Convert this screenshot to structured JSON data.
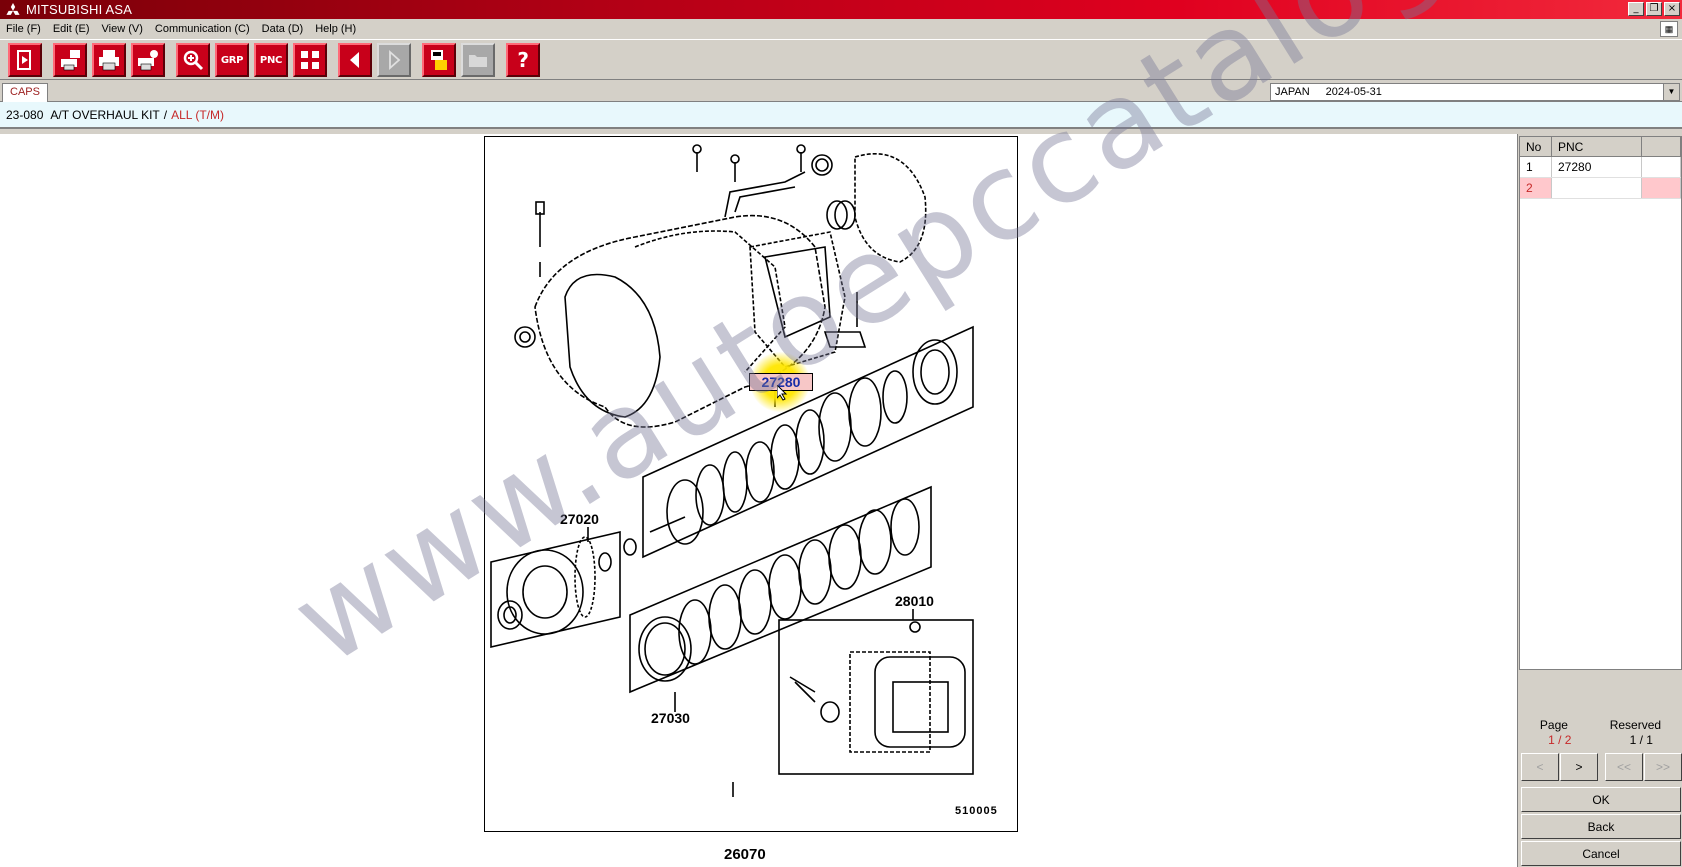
{
  "window": {
    "title": "MITSUBISHI ASA",
    "controls": [
      "_",
      "❐",
      "×"
    ]
  },
  "menu": [
    "File (F)",
    "Edit (E)",
    "View (V)",
    "Communication (C)",
    "Data (D)",
    "Help (H)"
  ],
  "toolbar": {
    "grp_label": "GRP",
    "pnc_label": "PNC",
    "help_label": "?"
  },
  "caps": {
    "tab": "CAPS",
    "region": "JAPAN",
    "date": "2024-05-31"
  },
  "path": {
    "code": "23-080",
    "title": "A/T OVERHAUL KIT",
    "sep": "/",
    "variant": "ALL (T/M)"
  },
  "diagram": {
    "labels": {
      "pnc_selected": "27280",
      "pnc_27020": "27020",
      "pnc_27030": "27030",
      "pnc_28010": "28010",
      "pnc_26070": "26070",
      "illustration_no": "510005"
    }
  },
  "watermark": "www.autoepccatalog.com",
  "pnc_table": {
    "headers": {
      "no": "No",
      "pnc": "PNC"
    },
    "rows": [
      {
        "no": "1",
        "pnc": "27280"
      },
      {
        "no": "2",
        "pnc": ""
      }
    ]
  },
  "pager": {
    "page_label": "Page",
    "page_value": "1 / 2",
    "reserved_label": "Reserved",
    "reserved_value": "1 / 1",
    "prev": "<",
    "next": ">",
    "first": "<<",
    "last": ">>"
  },
  "actions": {
    "ok": "OK",
    "back": "Back",
    "cancel": "Cancel"
  },
  "colors": {
    "accent_red": "#c8001a",
    "selection_pink": "#ffc8cc",
    "path_bg": "#e8f8fc",
    "highlight_yellow": "#ffe600"
  }
}
